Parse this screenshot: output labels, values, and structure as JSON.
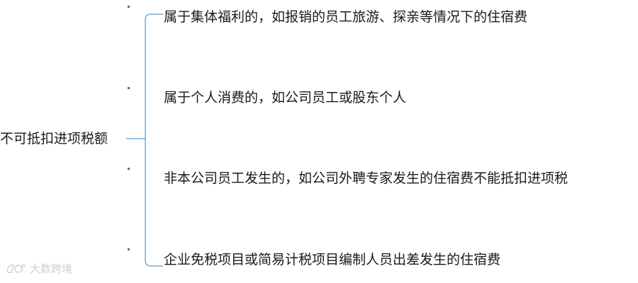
{
  "root": {
    "label": "不可抵扣进项税额"
  },
  "branches": [
    {
      "label": "属于集体福利的，如报销的员工旅游、探亲等情况下的住宿费"
    },
    {
      "label": "属于个人消费的，如公司员工或股东个人"
    },
    {
      "label": "非本公司员工发生的，如公司外聘专家发生的住宿费不能抵扣进项税"
    },
    {
      "label": "企业免税项目或简易计税项目编制人员出差发生的住宿费"
    }
  ],
  "watermark": {
    "text": "大数跨境"
  },
  "colors": {
    "connector": "#5b9bd5",
    "tick": "#3a8a2a",
    "text": "#1a1a1a",
    "watermark": "#cfcfcf"
  }
}
